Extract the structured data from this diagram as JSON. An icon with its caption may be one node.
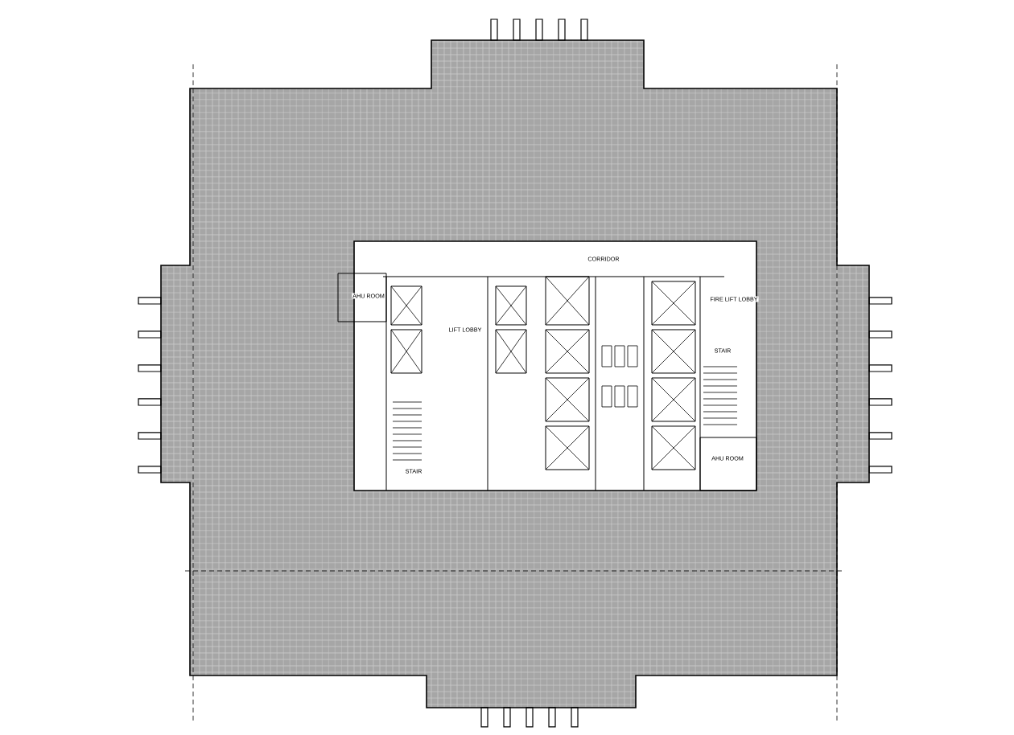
{
  "diagram": {
    "labels": [
      "CORRIDOR",
      "AHU ROOM",
      "LIFT LOBBY",
      "FIRE LIFT LOBBY",
      "STAIR",
      "STAIR",
      "AHU ROOM"
    ]
  }
}
